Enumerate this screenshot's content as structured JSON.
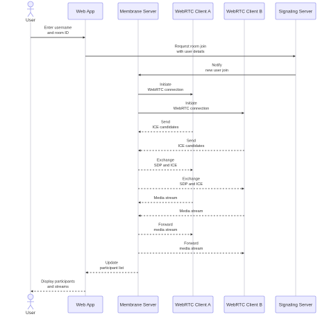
{
  "diagram": {
    "type": "sequence",
    "user": {
      "label": "User"
    },
    "participants": [
      {
        "id": "webapp",
        "label": "Web App"
      },
      {
        "id": "membrane",
        "label": "Membrane Server"
      },
      {
        "id": "clientA",
        "label": "WebRTC Client A"
      },
      {
        "id": "clientB",
        "label": "WebRTC Client B"
      },
      {
        "id": "signaling",
        "label": "Signaling Server"
      }
    ],
    "messages": [
      {
        "from": "user",
        "to": "webapp",
        "lines": [
          "Enter username",
          "and room ID"
        ],
        "style": "solid"
      },
      {
        "from": "webapp",
        "to": "signaling",
        "lines": [
          "Request room join",
          "with user details"
        ],
        "style": "solid"
      },
      {
        "from": "signaling",
        "to": "membrane",
        "lines": [
          "Notify",
          "new user join"
        ],
        "style": "solid"
      },
      {
        "from": "membrane",
        "to": "clientA",
        "lines": [
          "Initiate",
          "WebRTC connection"
        ],
        "style": "solid"
      },
      {
        "from": "membrane",
        "to": "clientB",
        "lines": [
          "Initiate",
          "WebRTC connection"
        ],
        "style": "solid"
      },
      {
        "from": "clientA",
        "to": "membrane",
        "lines": [
          "Send",
          "ICE candidates"
        ],
        "style": "dashed"
      },
      {
        "from": "clientB",
        "to": "membrane",
        "lines": [
          "Send",
          "ICE candidates"
        ],
        "style": "dashed"
      },
      {
        "from": "membrane",
        "to": "clientA",
        "lines": [
          "Exchange",
          "SDP and ICE"
        ],
        "style": "dashed"
      },
      {
        "from": "membrane",
        "to": "clientB",
        "lines": [
          "Exchange",
          "SDP and ICE"
        ],
        "style": "dashed"
      },
      {
        "from": "clientA",
        "to": "membrane",
        "lines": [
          "Media stream"
        ],
        "style": "dashed"
      },
      {
        "from": "clientB",
        "to": "membrane",
        "lines": [
          "Media stream"
        ],
        "style": "dashed"
      },
      {
        "from": "membrane",
        "to": "clientA",
        "lines": [
          "Forward",
          "media stream"
        ],
        "style": "dashed"
      },
      {
        "from": "membrane",
        "to": "clientB",
        "lines": [
          "Forward",
          "media stream"
        ],
        "style": "dashed"
      },
      {
        "from": "membrane",
        "to": "webapp",
        "lines": [
          "Update",
          "participant list"
        ],
        "style": "dashed"
      },
      {
        "from": "webapp",
        "to": "user",
        "lines": [
          "Display participants",
          "and streams"
        ],
        "style": "dashed"
      }
    ]
  }
}
